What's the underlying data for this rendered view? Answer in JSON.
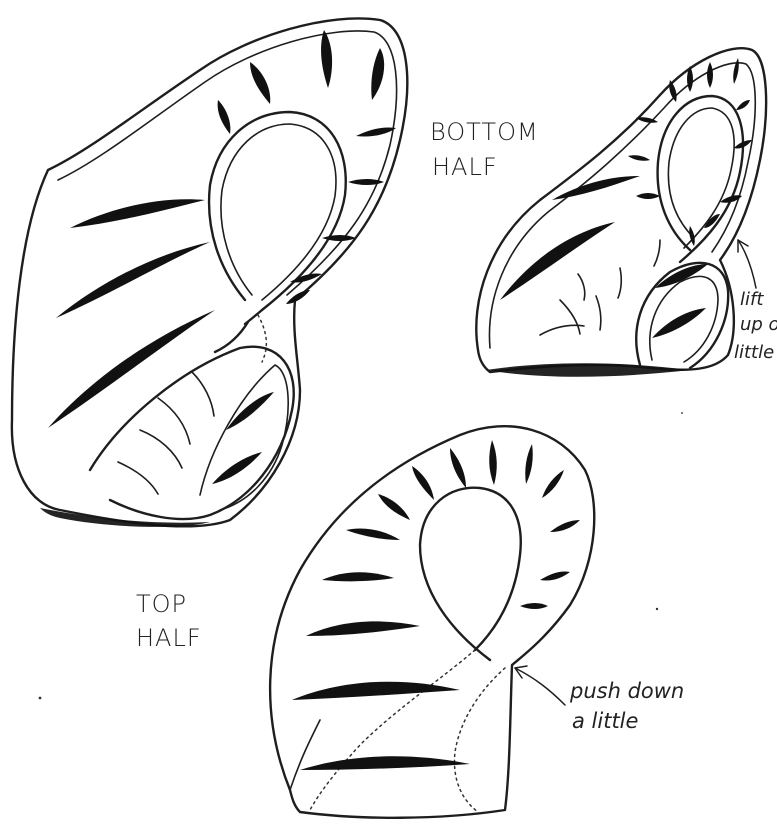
{
  "labels": {
    "bottom_half_line1": "BOTTOM",
    "bottom_half_line2": "HALF",
    "top_half_line1": "TOP",
    "top_half_line2": "HALF",
    "lift_line1": "lift",
    "lift_line2": "up o",
    "lift_line3": "little",
    "push_line1": "push down",
    "push_line2": "a little"
  },
  "colors": {
    "ink": "#1e1e1e",
    "paper": "#ffffff"
  }
}
